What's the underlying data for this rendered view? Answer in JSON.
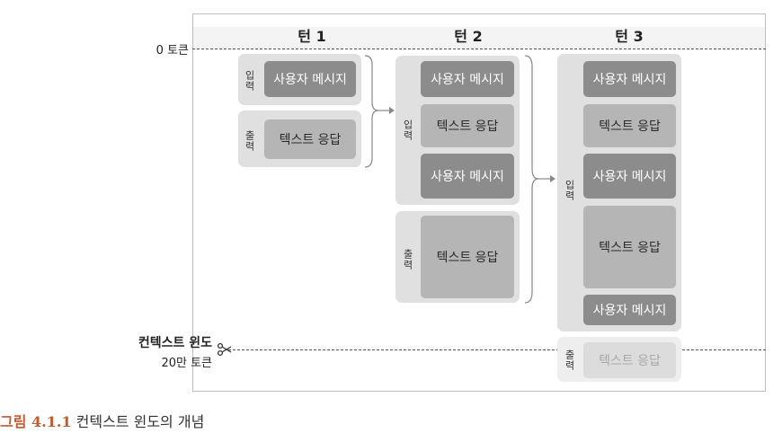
{
  "turns": [
    "턴 1",
    "턴 2",
    "턴 3"
  ],
  "axis": {
    "top_label": "0 토큰",
    "context_window_label": "컨텍스트 윈도",
    "context_window_size": "20만 토큰"
  },
  "group_labels": {
    "input": "입력",
    "output": "출력"
  },
  "messages": {
    "user": "사용자 메시지",
    "response": "텍스트 응답"
  },
  "caption": {
    "figure": "그림 4.1.1",
    "text": " 컨텍스트 윈도의 개념"
  },
  "colors": {
    "user_message": "#8c8c8c",
    "response_message": "#b5b5b5",
    "group_background": "#e0e0e0",
    "caption_accent": "#c25a32"
  }
}
